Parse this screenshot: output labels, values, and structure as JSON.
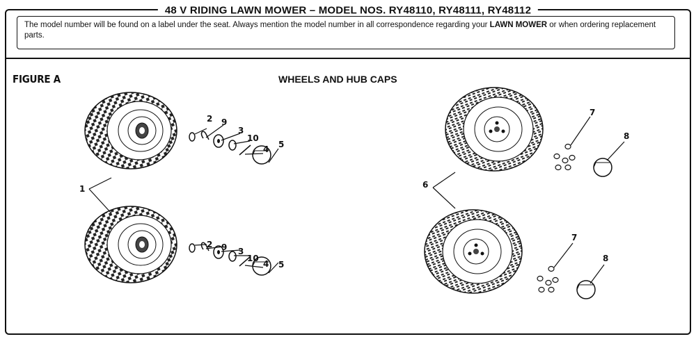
{
  "header": {
    "title": "48 V RIDING LAWN MOWER – MODEL NOS. RY48110, RY48111, RY48112"
  },
  "notice": {
    "text_before": "The model number will be found on a label under the seat. Always mention the model number in all correspondence regarding your ",
    "emphasis": "LAWN MOWER",
    "text_after": " or when ordering replacement parts."
  },
  "figure": {
    "label": "FIGURE A",
    "title": "WHEELS AND HUB CAPS"
  },
  "callouts": {
    "c1": "1",
    "c2_top": "2",
    "c9_top": "9",
    "c3_top": "3",
    "c10_top": "10",
    "c4_top": "4",
    "c5_top": "5",
    "c2_bot": "2",
    "c9_bot": "9",
    "c3_bot": "3",
    "c10_bot": "10",
    "c4_bot": "4",
    "c5_bot": "5",
    "c6": "6",
    "c7_top": "7",
    "c8_top": "8",
    "c7_bot": "7",
    "c8_bot": "8"
  }
}
